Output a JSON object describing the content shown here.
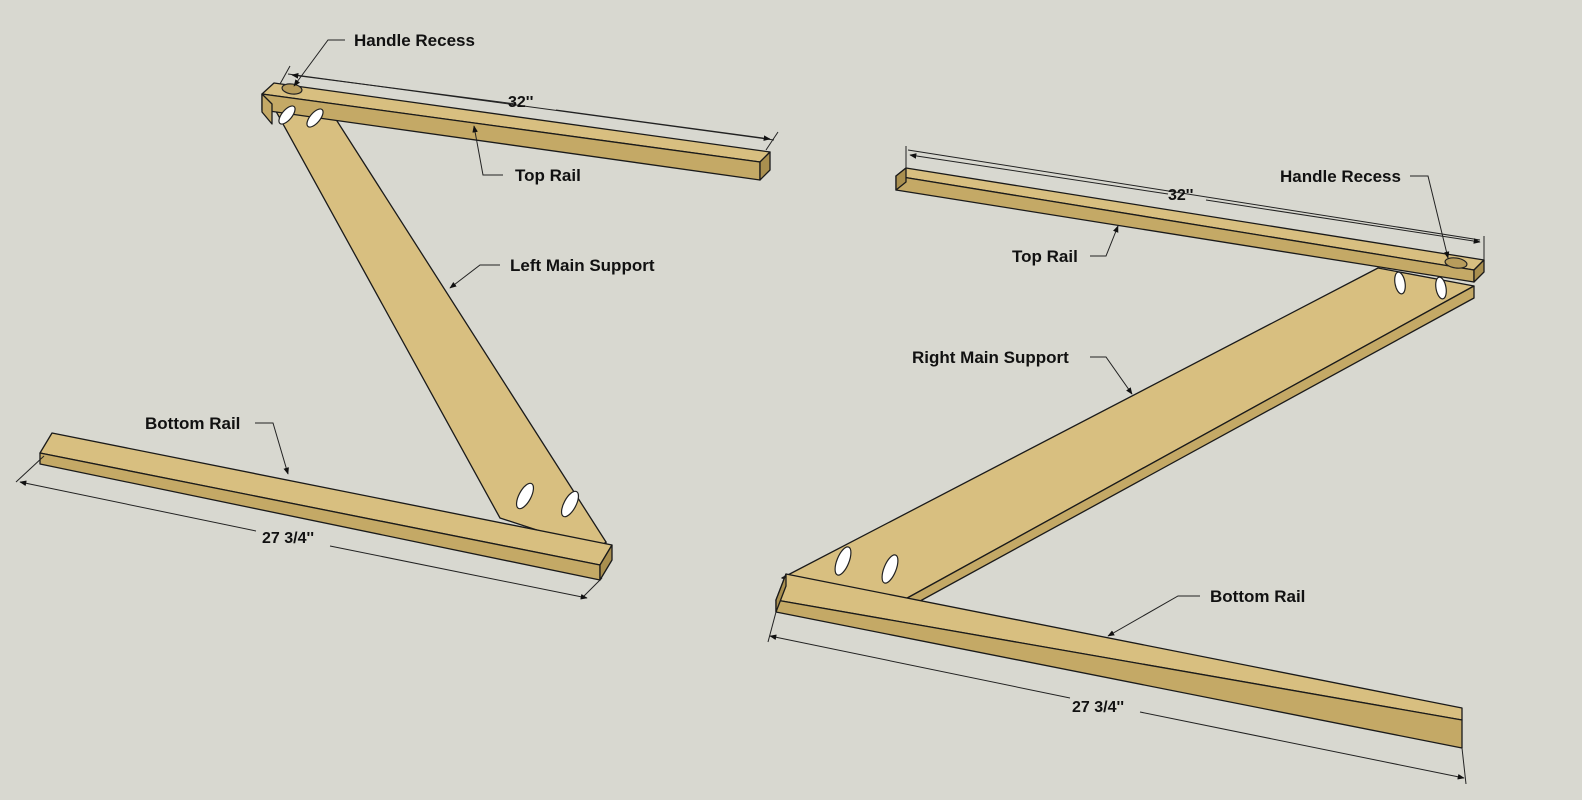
{
  "colors": {
    "background": "#d8d8d0",
    "wood_top": "#d8bf80",
    "wood_front": "#c4a966",
    "wood_end": "#a98f4f"
  },
  "left_assembly": {
    "labels": {
      "handle_recess": "Handle Recess",
      "top_rail": "Top Rail",
      "main_support": "Left Main Support",
      "bottom_rail": "Bottom Rail"
    },
    "dimensions": {
      "top_rail_length": "32''",
      "bottom_rail_length": "27 3/4''"
    }
  },
  "right_assembly": {
    "labels": {
      "handle_recess": "Handle Recess",
      "top_rail": "Top Rail",
      "main_support": "Right Main Support",
      "bottom_rail": "Bottom Rail"
    },
    "dimensions": {
      "top_rail_length": "32''",
      "bottom_rail_length": "27 3/4''"
    }
  }
}
